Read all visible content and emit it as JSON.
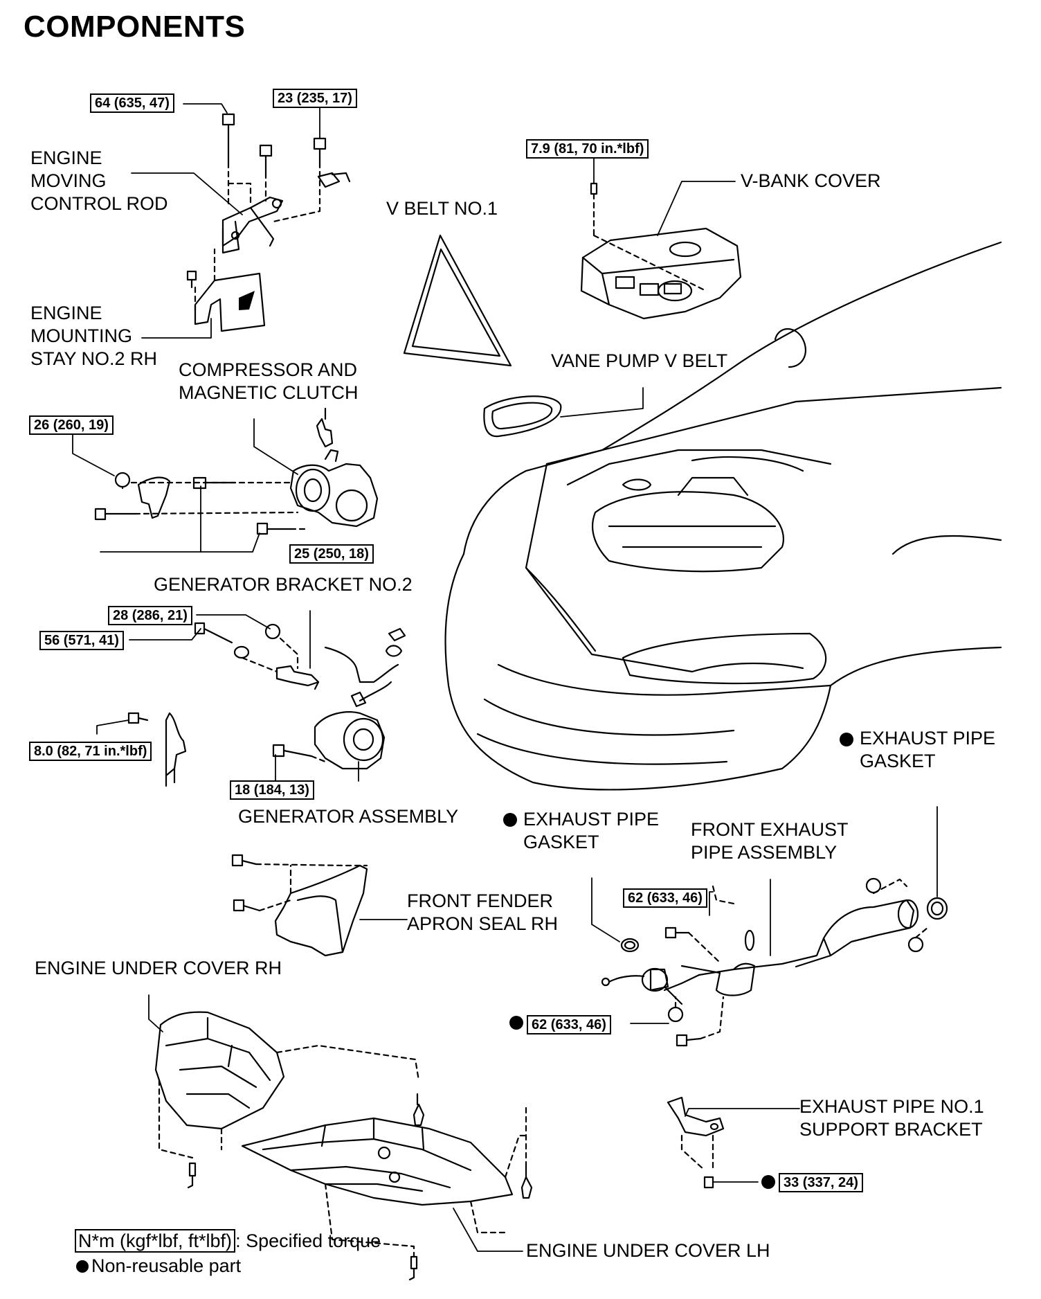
{
  "title": "COMPONENTS",
  "labels": {
    "engine_moving_control_rod": "ENGINE\nMOVING\nCONTROL ROD",
    "engine_mounting_stay": "ENGINE\nMOUNTING\nSTAY NO.2 RH",
    "v_belt_no1": "V BELT NO.1",
    "v_bank_cover": "V-BANK COVER",
    "vane_pump_v_belt": "VANE PUMP V BELT",
    "compressor": "COMPRESSOR AND\nMAGNETIC CLUTCH",
    "generator_bracket": "GENERATOR BRACKET NO.2",
    "generator_assembly": "GENERATOR ASSEMBLY",
    "exhaust_gasket_right": "EXHAUST PIPE\nGASKET",
    "exhaust_gasket_left": "EXHAUST PIPE\nGASKET",
    "front_exhaust_pipe": "FRONT EXHAUST\nPIPE ASSEMBLY",
    "front_fender_apron": "FRONT FENDER\nAPRON SEAL RH",
    "engine_under_cover_rh": "ENGINE UNDER COVER RH",
    "exhaust_support_bracket": "EXHAUST PIPE NO.1\nSUPPORT BRACKET",
    "engine_under_cover_lh": "ENGINE UNDER COVER LH"
  },
  "torques": {
    "t64": "64 (635, 47)",
    "t23": "23 (235, 17)",
    "t79": "7.9 (81, 70 in.*lbf)",
    "t26": "26 (260, 19)",
    "t25": "25 (250, 18)",
    "t28": "28 (286, 21)",
    "t56": "56 (571, 41)",
    "t80": "8.0 (82, 71 in.*lbf)",
    "t18": "18 (184, 13)",
    "t62a": "62 (633, 46)",
    "t62b": "62 (633, 46)",
    "t33": "33 (337, 24)"
  },
  "legend": {
    "torque_unit": "N*m (kgf*lbf, ft*lbf)",
    "torque_desc": ": Specified torque",
    "nonreusable": "Non-reusable part"
  }
}
